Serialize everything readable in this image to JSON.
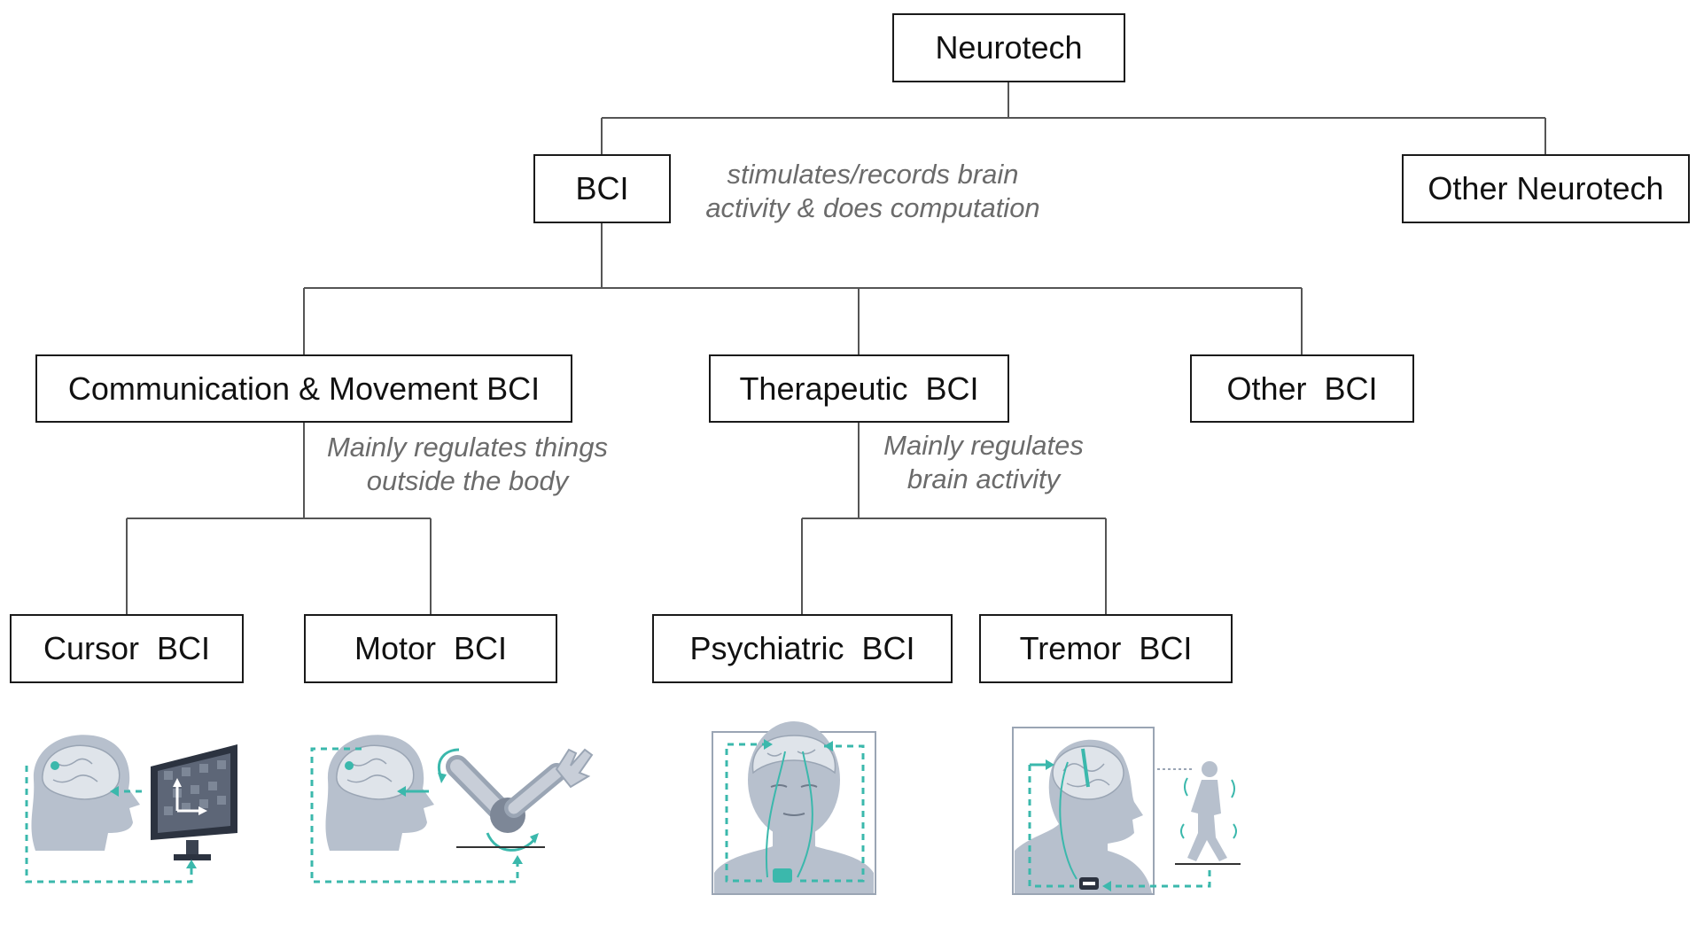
{
  "diagram": {
    "nodes": {
      "neurotech": "Neurotech",
      "bci": "BCI",
      "other_neurotech": "Other Neurotech",
      "comm_movement": "Communication & Movement BCI",
      "therapeutic": "Therapeutic  BCI",
      "other_bci": "Other  BCI",
      "cursor": "Cursor  BCI",
      "motor": "Motor  BCI",
      "psychiatric": "Psychiatric  BCI",
      "tremor": "Tremor  BCI"
    },
    "annotations": {
      "bci_note": [
        "stimulates/records brain",
        "activity & does computation"
      ],
      "comm_note": [
        "Mainly regulates things",
        "outside the body"
      ],
      "therapeutic_note": [
        "Mainly regulates",
        "brain activity"
      ]
    },
    "illustrations": [
      {
        "name": "cursor-bci-illustration",
        "depicts": "head with brain implant and monitor with cursor arrows"
      },
      {
        "name": "motor-bci-illustration",
        "depicts": "head with brain implant and robotic arm"
      },
      {
        "name": "psychiatric-bci-illustration",
        "depicts": "frontal head and shoulders with implanted stimulator"
      },
      {
        "name": "tremor-bci-illustration",
        "depicts": "profile head with deep brain lead and walking person"
      }
    ],
    "colors": {
      "accent": "#3bb8ac",
      "figure": "#b7c0cd",
      "figure_dark": "#8e99a8",
      "brain": "#dfe4ea",
      "line": "#555555",
      "border": "#1a1a1a",
      "note_text": "#6b6b6b"
    }
  }
}
